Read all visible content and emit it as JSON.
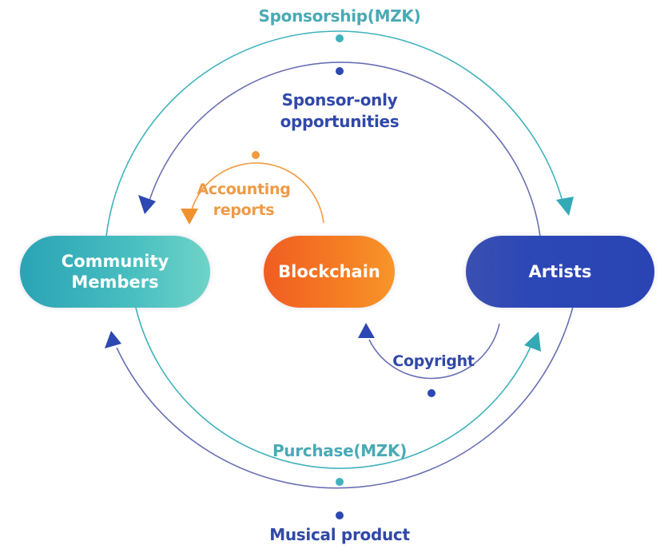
{
  "diagram": {
    "nodes": {
      "community": {
        "line1": "Community",
        "line2": "Members"
      },
      "blockchain": {
        "label": "Blockchain"
      },
      "artists": {
        "label": "Artists"
      }
    },
    "flows": {
      "sponsorship": {
        "label": "Sponsorship(MZK)",
        "from": "Community Members",
        "to": "Artists"
      },
      "sponsor_only": {
        "line1": "Sponsor-only",
        "line2": "opportunities",
        "from": "Artists",
        "to": "Community Members"
      },
      "accounting": {
        "line1": "Accounting",
        "line2": "reports",
        "from": "Blockchain",
        "to": "Community Members"
      },
      "copyright": {
        "label": "Copyright",
        "from": "Artists",
        "to": "Blockchain"
      },
      "purchase": {
        "label": "Purchase(MZK)",
        "from": "Community Members",
        "to": "Artists"
      },
      "musical_product": {
        "label": "Musical product",
        "from": "Artists",
        "to": "Community Members"
      }
    },
    "colors": {
      "teal": "#3fb2bd",
      "purple": "#6a6fb3",
      "navy": "#2d48b2",
      "orange": "#f29a3e",
      "teal_text": "#49aab5",
      "navy_text": "#3048a8",
      "orange_text": "#ef9a45"
    }
  }
}
